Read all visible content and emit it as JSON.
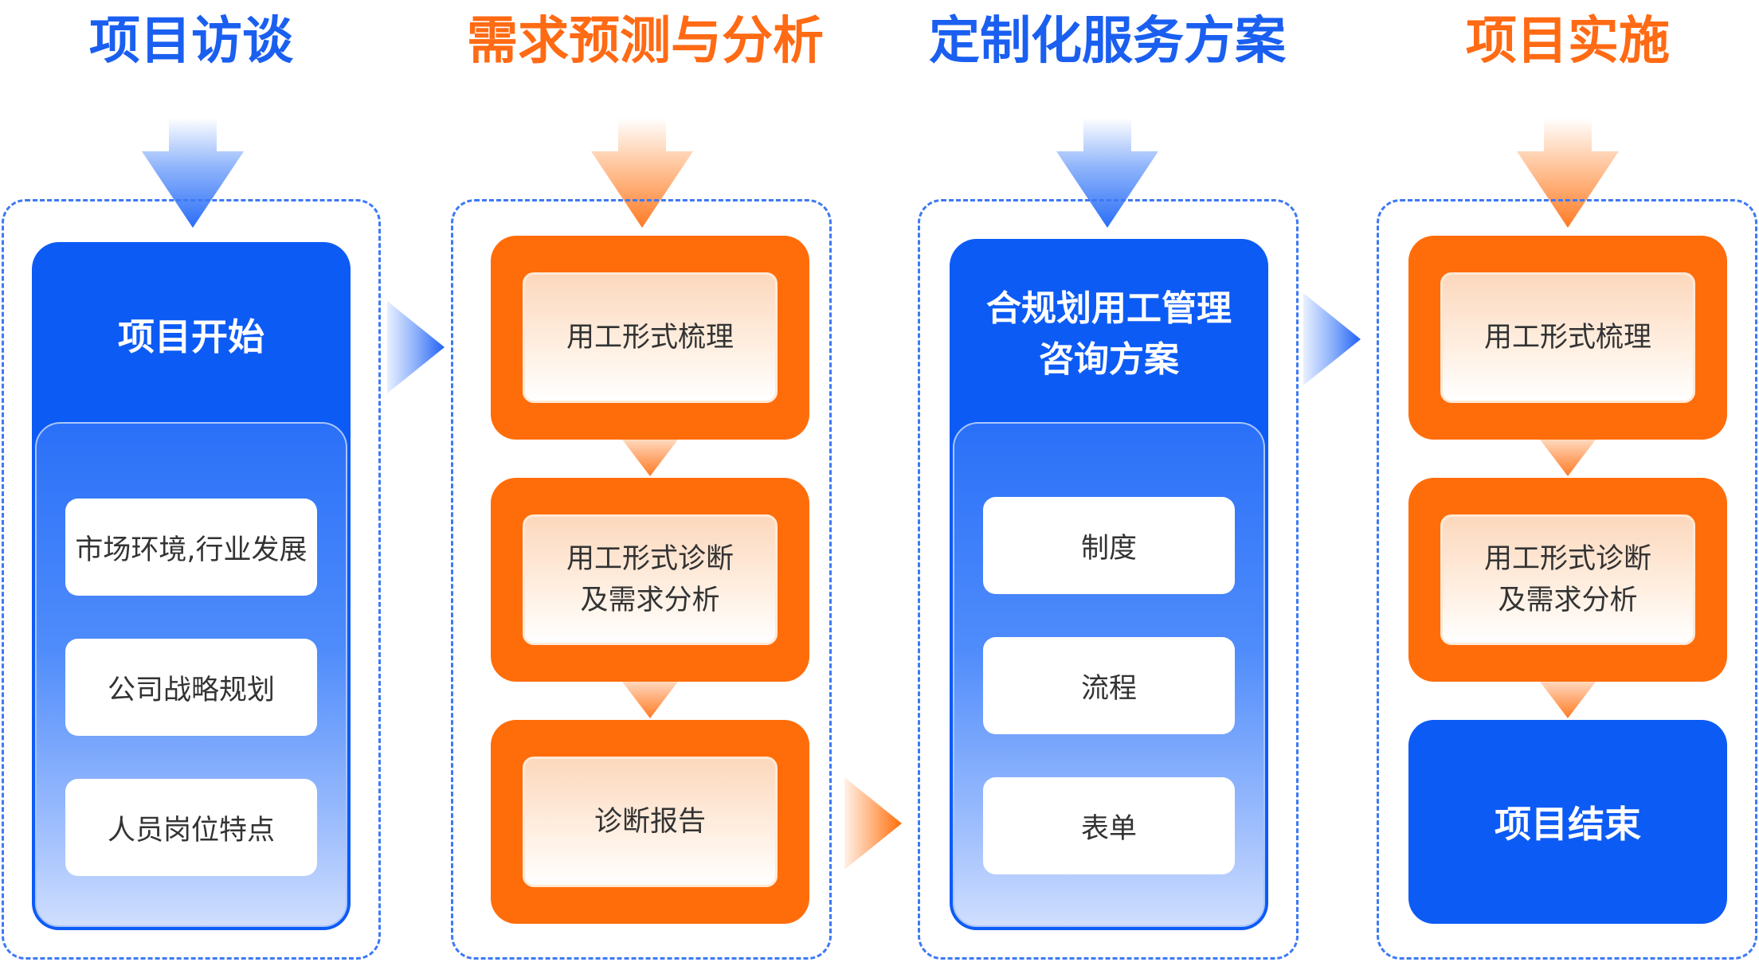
{
  "stages": [
    {
      "title": "项目访谈",
      "color": "blue"
    },
    {
      "title": "需求预测与分析",
      "color": "orange"
    },
    {
      "title": "定制化服务方案",
      "color": "blue"
    },
    {
      "title": "项目实施",
      "color": "orange"
    }
  ],
  "col1": {
    "heading": "项目开始",
    "items": [
      "市场环境,行业发展",
      "公司战略规划",
      "人员岗位特点"
    ]
  },
  "col2": {
    "steps": [
      {
        "line1": "用工形式梳理",
        "line2": ""
      },
      {
        "line1": "用工形式诊断",
        "line2": "及需求分析"
      },
      {
        "line1": "诊断报告",
        "line2": ""
      }
    ]
  },
  "col3": {
    "heading_line1": "合规划用工管理",
    "heading_line2": "咨询方案",
    "items": [
      "制度",
      "流程",
      "表单"
    ]
  },
  "col4": {
    "steps": [
      {
        "line1": "用工形式梳理",
        "line2": ""
      },
      {
        "line1": "用工形式诊断",
        "line2": "及需求分析"
      }
    ],
    "end": "项目结束"
  },
  "colors": {
    "blue": "#1a5ff0",
    "orange": "#ff6a14",
    "card_blue": "#0d5bf5",
    "card_orange": "#ff6d0a"
  }
}
